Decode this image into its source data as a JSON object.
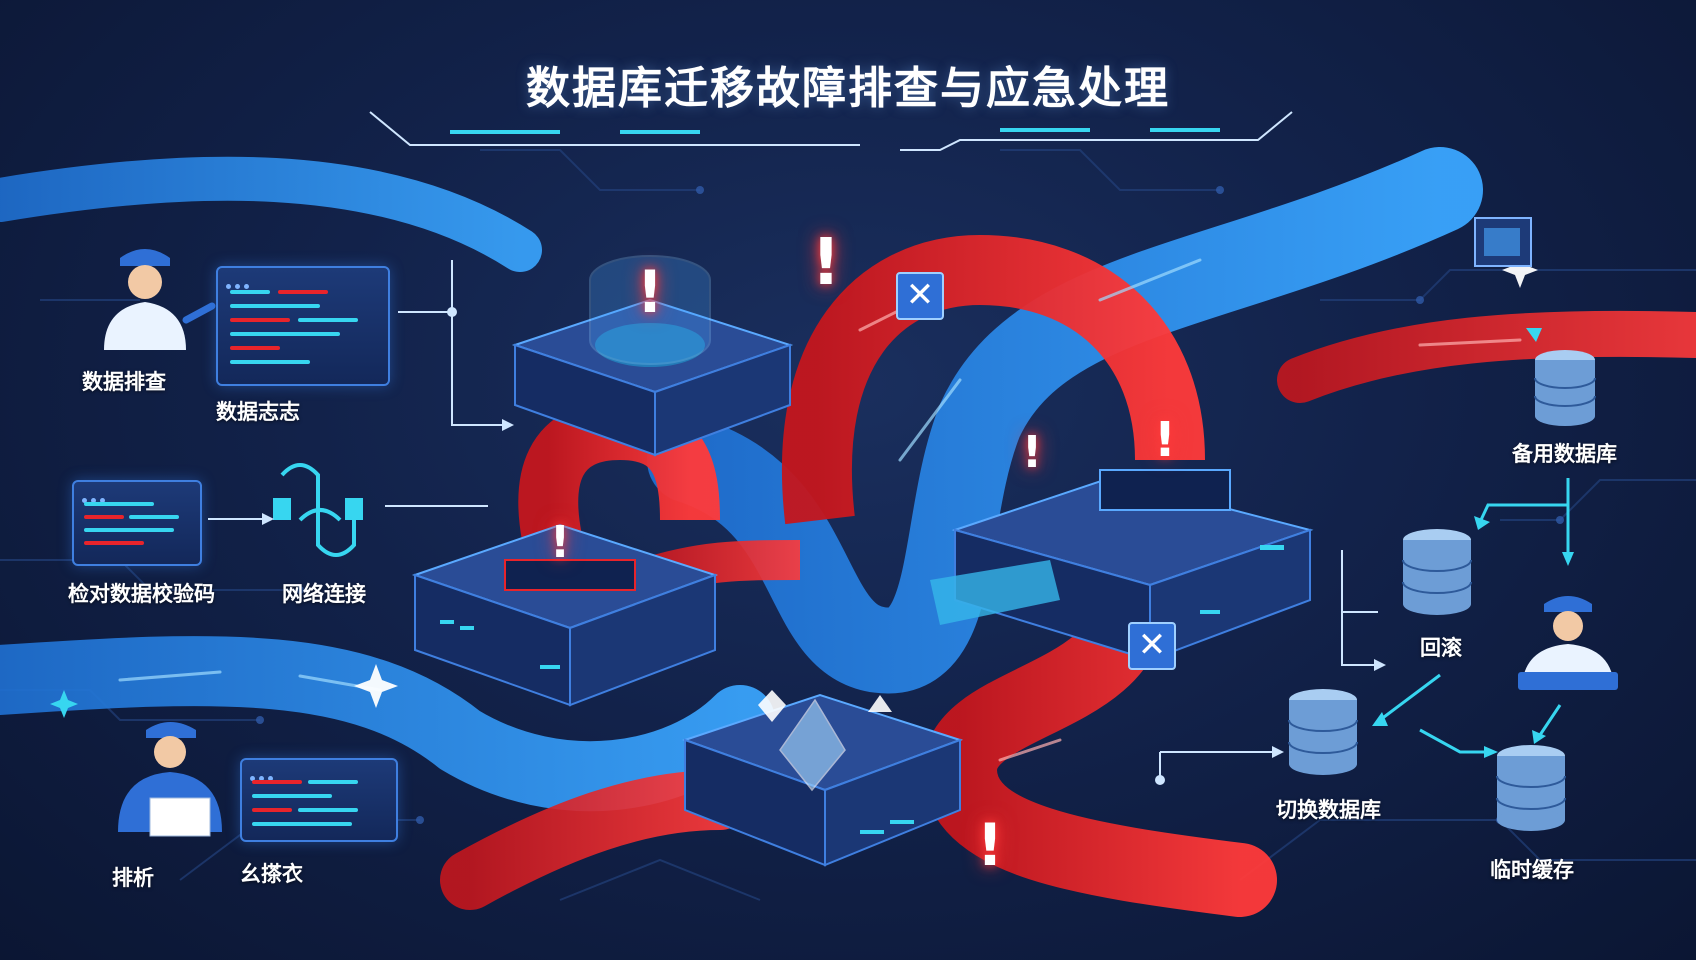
{
  "title": "数据库迁移故障排查与应急处理",
  "labels": {
    "data_check": "数据排查",
    "data_log": "数据志志",
    "checksum": "检对数据校验码",
    "network": "网络连接",
    "analysis": "排析",
    "report": "幺搽衣",
    "backup_db": "备用数据库",
    "rollback": "回滚",
    "switch_db": "切换数据库",
    "temp_cache": "临时缓存"
  },
  "alerts": {
    "exclamation": "!",
    "cross": "✕"
  },
  "colors": {
    "background": "#12224a",
    "blue_stream": "#2f8fe8",
    "red_stream": "#e8242b",
    "accent_cyan": "#37d6f0",
    "panel_border": "#3f7fe0"
  },
  "icons": [
    "person-inspector-icon",
    "code-log-icon",
    "network-cable-icon",
    "server-icon",
    "database-icon",
    "alert-icon",
    "cross-icon",
    "arrow-icon"
  ]
}
